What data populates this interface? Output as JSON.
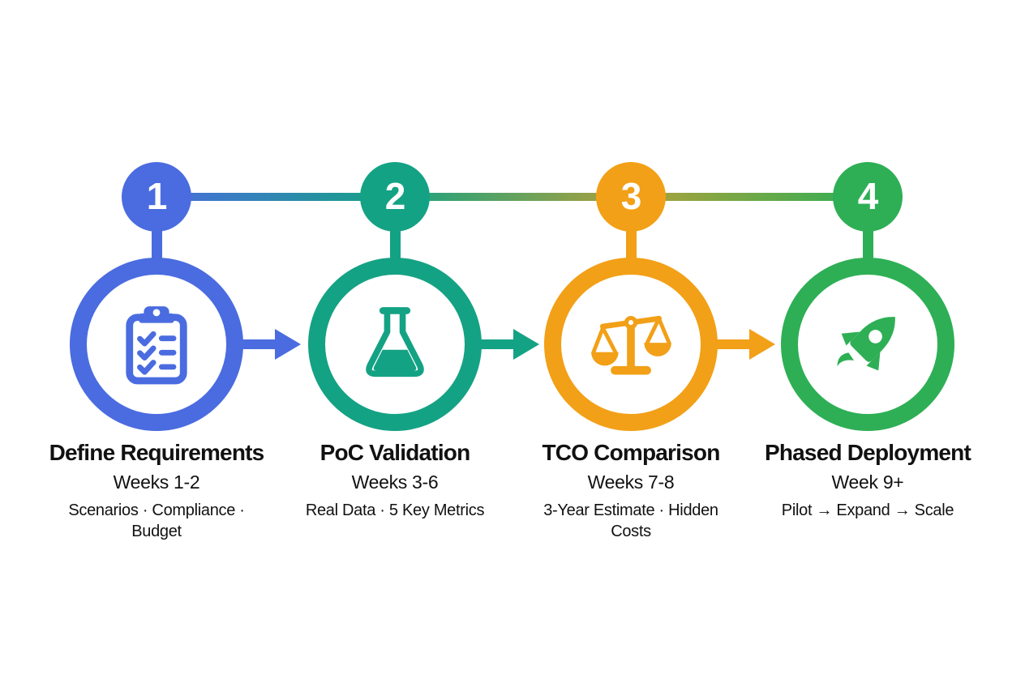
{
  "diagram": {
    "type": "process-timeline",
    "background_color": "#ffffff",
    "text_color": "#111111",
    "connector_gradient": [
      "#4a6ce0",
      "#14a284",
      "#b0a13a",
      "#2eaf55"
    ],
    "steps": [
      {
        "number": "1",
        "title": "Define Requirements",
        "duration": "Weeks 1-2",
        "details": "Scenarios · Compliance · Budget",
        "color": "#4a6ce0",
        "icon": "checklist-clipboard-icon"
      },
      {
        "number": "2",
        "title": "PoC Validation",
        "duration": "Weeks 3-6",
        "details": "Real Data · 5 Key Metrics",
        "color": "#14a284",
        "icon": "flask-icon"
      },
      {
        "number": "3",
        "title": "TCO Comparison",
        "duration": "Weeks 7-8",
        "details": "3-Year Estimate · Hidden Costs",
        "color": "#f2a017",
        "icon": "balance-scale-icon"
      },
      {
        "number": "4",
        "title": "Phased Deployment",
        "duration": "Week 9+",
        "details": "Pilot → Expand → Scale",
        "color": "#2eaf55",
        "icon": "rocket-icon"
      }
    ]
  }
}
